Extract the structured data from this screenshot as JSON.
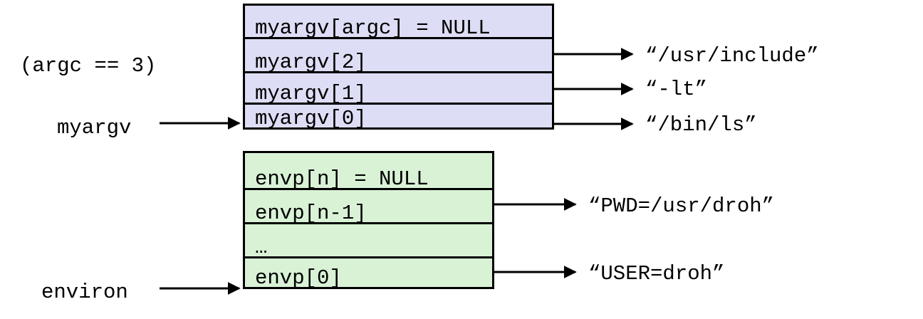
{
  "argc_note": "(argc == 3)",
  "myargv_pointer_label": "myargv",
  "environ_pointer_label": "environ",
  "argv_array": {
    "fill": "#ddddf5",
    "cells": [
      "myargv[argc] = NULL",
      "myargv[2]",
      "myargv[1]",
      "myargv[0]"
    ]
  },
  "argv_strings": [
    "“/usr/include”",
    "“-lt”",
    "“/bin/ls”"
  ],
  "envp_array": {
    "fill": "#d9f2d6",
    "cells": [
      "envp[n] = NULL",
      "envp[n-1]",
      "…",
      "envp[0]"
    ]
  },
  "envp_strings": [
    "“PWD=/usr/droh”",
    "“USER=droh”"
  ]
}
